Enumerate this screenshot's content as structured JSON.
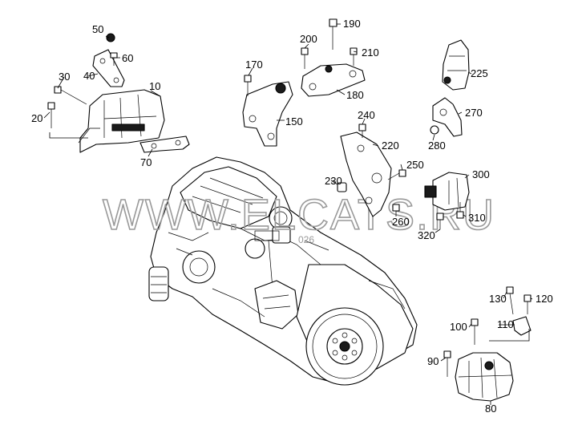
{
  "watermark": "WWW.ELCATS.RU",
  "watermark_code": "026",
  "callouts": {
    "c10": "10",
    "c20": "20",
    "c30": "30",
    "c40": "40",
    "c50": "50",
    "c60": "60",
    "c70": "70",
    "c80": "80",
    "c90": "90",
    "c100": "100",
    "c110": "110",
    "c120": "120",
    "c130": "130",
    "c150": "150",
    "c170": "170",
    "c180": "180",
    "c190": "190",
    "c200": "200",
    "c210": "210",
    "c220": "220",
    "c225": "225",
    "c230": "230",
    "c240": "240",
    "c250": "250",
    "c260": "260",
    "c270": "270",
    "c280": "280",
    "c300": "300",
    "c310": "310",
    "c320": "320"
  }
}
